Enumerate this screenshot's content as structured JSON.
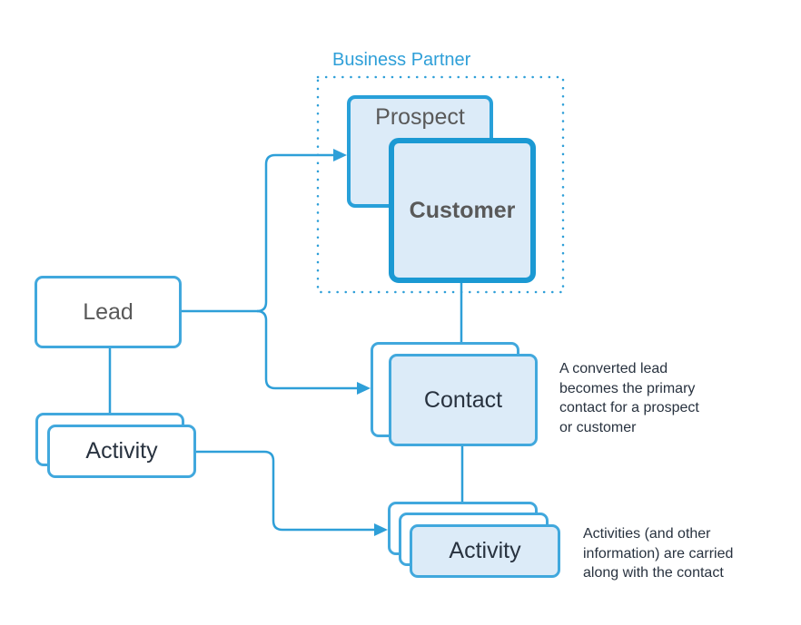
{
  "diagram": {
    "container_title": "Business Partner",
    "nodes": {
      "prospect": {
        "label": "Prospect"
      },
      "customer": {
        "label": "Customer"
      },
      "lead": {
        "label": "Lead"
      },
      "activity_left": {
        "label": "Activity"
      },
      "contact": {
        "label": "Contact"
      },
      "activity_bottom": {
        "label": "Activity"
      }
    },
    "annotations": {
      "converted_lead": {
        "lines": [
          "A converted lead",
          "becomes the primary",
          "contact for a prospect",
          "or customer"
        ]
      },
      "activities_carried": {
        "lines": [
          "Activities (and other",
          "information) are carried",
          "along with the contact"
        ]
      }
    },
    "colors": {
      "accent": "#2e9fd8",
      "border_thin": "#41a8dd",
      "border_medium": "#28a0d9",
      "border_thick": "#1b99d3",
      "fill_light": "#dcebf8",
      "fill_white": "#ffffff",
      "text_gray": "#595959",
      "text_navy": "#28323f",
      "label_blue": "#2e9fd8"
    }
  }
}
